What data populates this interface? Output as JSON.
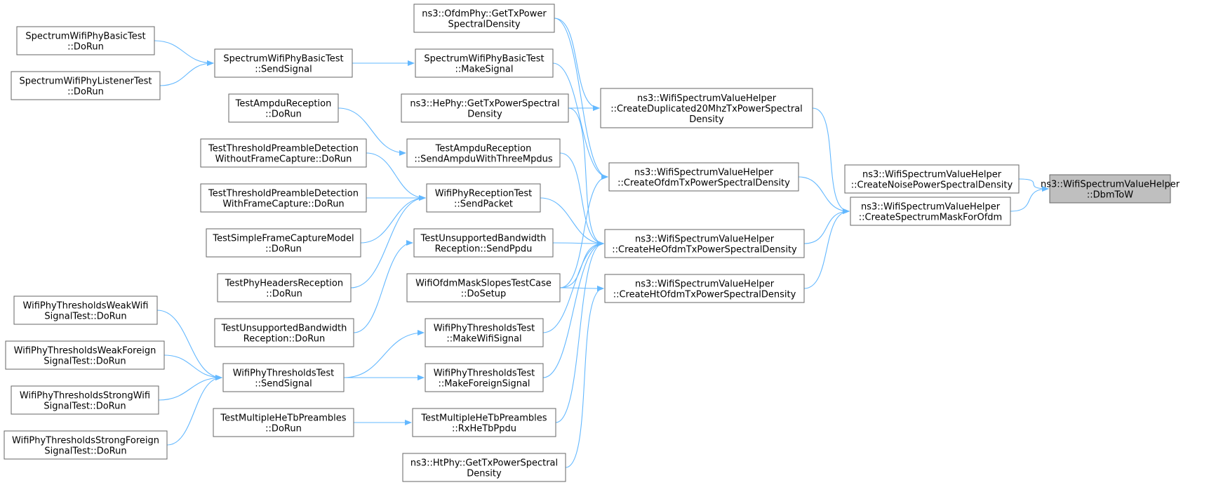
{
  "diagram": {
    "root_id": "dbm",
    "accent_color": "#63b8ff",
    "root_fill": "#bfbfbf",
    "nodes": [
      {
        "id": "dbm",
        "lines": [
          "ns3::WifiSpectrumValueHelper",
          "::DbmToW"
        ]
      },
      {
        "id": "noise",
        "lines": [
          "ns3::WifiSpectrumValueHelper",
          "::CreateNoisePowerSpectralDensity"
        ]
      },
      {
        "id": "mask",
        "lines": [
          "ns3::WifiSpectrumValueHelper",
          "::CreateSpectrumMaskForOfdm"
        ]
      },
      {
        "id": "dup20",
        "lines": [
          "ns3::WifiSpectrumValueHelper",
          "::CreateDuplicated20MhzTxPowerSpectral",
          "Density"
        ]
      },
      {
        "id": "ofdmtx",
        "lines": [
          "ns3::WifiSpectrumValueHelper",
          "::CreateOfdmTxPowerSpectralDensity"
        ]
      },
      {
        "id": "hetx",
        "lines": [
          "ns3::WifiSpectrumValueHelper",
          "::CreateHeOfdmTxPowerSpectralDensity"
        ]
      },
      {
        "id": "httx",
        "lines": [
          "ns3::WifiSpectrumValueHelper",
          "::CreateHtOfdmTxPowerSpectralDensity"
        ]
      },
      {
        "id": "ofdmphy",
        "lines": [
          "ns3::OfdmPhy::GetTxPower",
          "SpectralDensity"
        ]
      },
      {
        "id": "makesig",
        "lines": [
          "SpectrumWifiPhyBasicTest",
          "::MakeSignal"
        ]
      },
      {
        "id": "hephy",
        "lines": [
          "ns3::HePhy::GetTxPowerSpectral",
          "Density"
        ]
      },
      {
        "id": "ampdu3",
        "lines": [
          "TestAmpduReception",
          "::SendAmpduWithThreeMpdus"
        ]
      },
      {
        "id": "sendpkt",
        "lines": [
          "WifiPhyReceptionTest",
          "::SendPacket"
        ]
      },
      {
        "id": "unsupsend",
        "lines": [
          "TestUnsupportedBandwidth",
          "Reception::SendPpdu"
        ]
      },
      {
        "id": "maskslopes",
        "lines": [
          "WifiOfdmMaskSlopesTestCase",
          "::DoSetup"
        ]
      },
      {
        "id": "makewifi",
        "lines": [
          "WifiPhyThresholdsTest",
          "::MakeWifiSignal"
        ]
      },
      {
        "id": "makeforeign",
        "lines": [
          "WifiPhyThresholdsTest",
          "::MakeForeignSignal"
        ]
      },
      {
        "id": "rxhetb",
        "lines": [
          "TestMultipleHeTbPreambles",
          "::RxHeTbPpdu"
        ]
      },
      {
        "id": "htphy",
        "lines": [
          "ns3::HtPhy::GetTxPowerSpectral",
          "Density"
        ]
      },
      {
        "id": "sbsend",
        "lines": [
          "SpectrumWifiPhyBasicTest",
          "::SendSignal"
        ]
      },
      {
        "id": "ampdurun",
        "lines": [
          "TestAmpduReception",
          "::DoRun"
        ]
      },
      {
        "id": "preamwo",
        "lines": [
          "TestThresholdPreambleDetection",
          "WithoutFrameCapture::DoRun"
        ]
      },
      {
        "id": "preamw",
        "lines": [
          "TestThresholdPreambleDetection",
          "WithFrameCapture::DoRun"
        ]
      },
      {
        "id": "simplefc",
        "lines": [
          "TestSimpleFrameCaptureModel",
          "::DoRun"
        ]
      },
      {
        "id": "phyhdr",
        "lines": [
          "TestPhyHeadersReception",
          "::DoRun"
        ]
      },
      {
        "id": "unsuprun",
        "lines": [
          "TestUnsupportedBandwidth",
          "Reception::DoRun"
        ]
      },
      {
        "id": "thrsend",
        "lines": [
          "WifiPhyThresholdsTest",
          "::SendSignal"
        ]
      },
      {
        "id": "multirun",
        "lines": [
          "TestMultipleHeTbPreambles",
          "::DoRun"
        ]
      },
      {
        "id": "sbrun",
        "lines": [
          "SpectrumWifiPhyBasicTest",
          "::DoRun"
        ]
      },
      {
        "id": "listener",
        "lines": [
          "SpectrumWifiPhyListenerTest",
          "::DoRun"
        ]
      },
      {
        "id": "weakwifi",
        "lines": [
          "WifiPhyThresholdsWeakWifi",
          "SignalTest::DoRun"
        ]
      },
      {
        "id": "weakfor",
        "lines": [
          "WifiPhyThresholdsWeakForeign",
          "SignalTest::DoRun"
        ]
      },
      {
        "id": "strongwifi",
        "lines": [
          "WifiPhyThresholdsStrongWifi",
          "SignalTest::DoRun"
        ]
      },
      {
        "id": "strongfor",
        "lines": [
          "WifiPhyThresholdsStrongForeign",
          "SignalTest::DoRun"
        ]
      }
    ],
    "edges": [
      {
        "from": "noise",
        "to": "dbm"
      },
      {
        "from": "mask",
        "to": "dbm"
      },
      {
        "from": "dup20",
        "to": "mask"
      },
      {
        "from": "ofdmtx",
        "to": "mask"
      },
      {
        "from": "hetx",
        "to": "mask"
      },
      {
        "from": "httx",
        "to": "mask"
      },
      {
        "from": "ofdmphy",
        "to": "dup20"
      },
      {
        "from": "hephy",
        "to": "dup20"
      },
      {
        "from": "ofdmphy",
        "to": "ofdmtx"
      },
      {
        "from": "makesig",
        "to": "ofdmtx"
      },
      {
        "from": "maskslopes",
        "to": "ofdmtx"
      },
      {
        "from": "hephy",
        "to": "hetx"
      },
      {
        "from": "ampdu3",
        "to": "hetx"
      },
      {
        "from": "sendpkt",
        "to": "hetx"
      },
      {
        "from": "unsupsend",
        "to": "hetx"
      },
      {
        "from": "maskslopes",
        "to": "hetx"
      },
      {
        "from": "makewifi",
        "to": "hetx"
      },
      {
        "from": "makeforeign",
        "to": "hetx"
      },
      {
        "from": "rxhetb",
        "to": "hetx"
      },
      {
        "from": "maskslopes",
        "to": "httx"
      },
      {
        "from": "htphy",
        "to": "httx"
      },
      {
        "from": "sbsend",
        "to": "makesig"
      },
      {
        "from": "ampdurun",
        "to": "ampdu3"
      },
      {
        "from": "preamwo",
        "to": "sendpkt"
      },
      {
        "from": "preamw",
        "to": "sendpkt"
      },
      {
        "from": "simplefc",
        "to": "sendpkt"
      },
      {
        "from": "phyhdr",
        "to": "sendpkt"
      },
      {
        "from": "unsuprun",
        "to": "unsupsend"
      },
      {
        "from": "thrsend",
        "to": "makewifi"
      },
      {
        "from": "thrsend",
        "to": "makeforeign"
      },
      {
        "from": "multirun",
        "to": "rxhetb"
      },
      {
        "from": "sbrun",
        "to": "sbsend"
      },
      {
        "from": "listener",
        "to": "sbsend"
      },
      {
        "from": "weakwifi",
        "to": "thrsend"
      },
      {
        "from": "weakfor",
        "to": "thrsend"
      },
      {
        "from": "strongwifi",
        "to": "thrsend"
      },
      {
        "from": "strongfor",
        "to": "thrsend"
      }
    ]
  }
}
